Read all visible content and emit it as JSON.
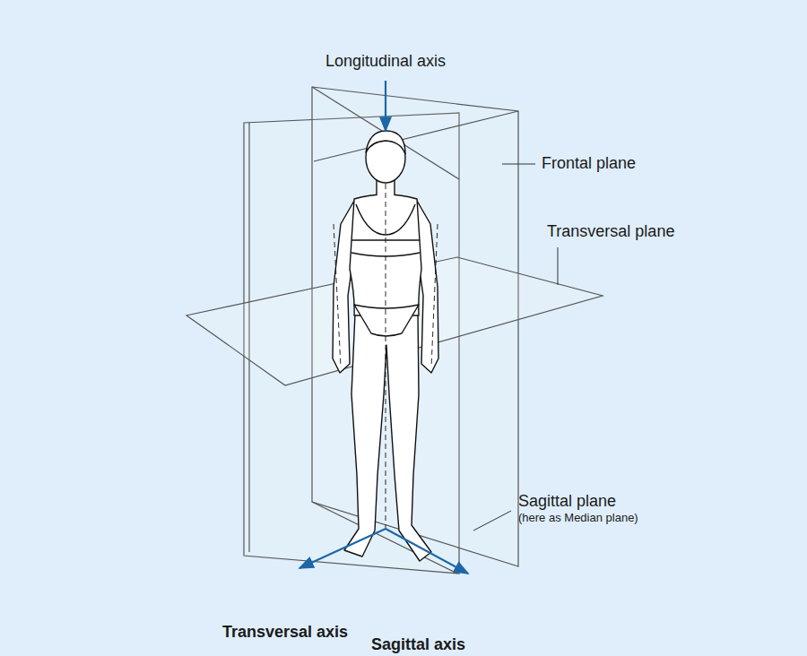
{
  "diagram": {
    "labels": [
      "Longitudinal axis",
      "Frontal plane",
      "Transversal plane",
      "Sagittal plane",
      "(here as Median plane)",
      "Transversal axis",
      "Sagittal axis"
    ]
  }
}
